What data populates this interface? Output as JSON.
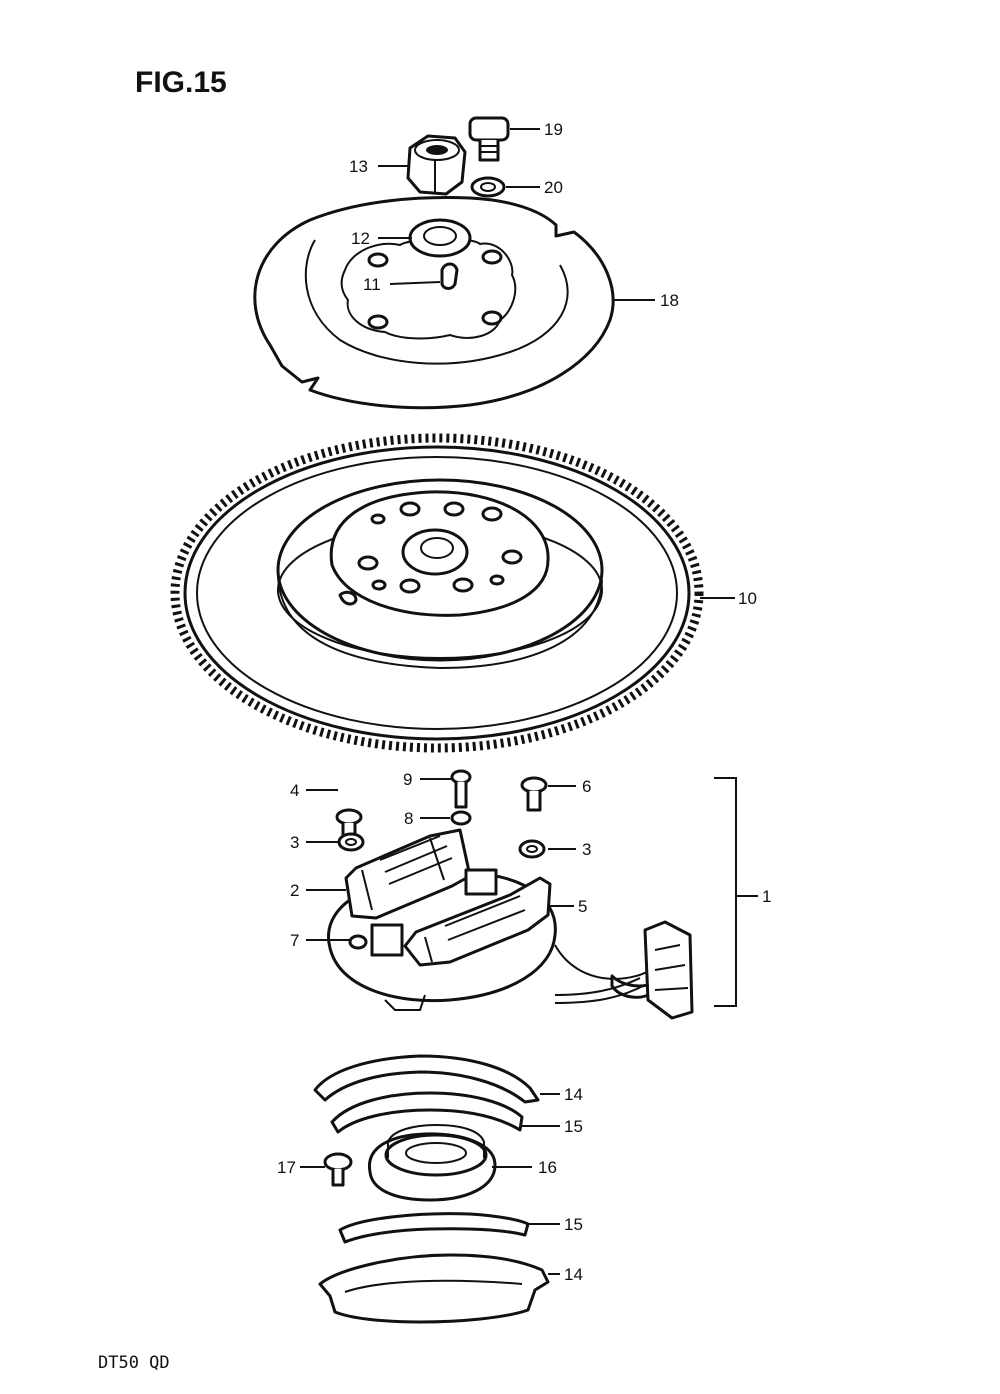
{
  "figure": {
    "title": "FIG.15",
    "footer": "DT50 QD"
  },
  "callouts": {
    "c1": "1",
    "c2": "2",
    "c3a": "3",
    "c3b": "3",
    "c4": "4",
    "c5": "5",
    "c6": "6",
    "c7": "7",
    "c8": "8",
    "c9": "9",
    "c10": "10",
    "c11": "11",
    "c12": "12",
    "c13": "13",
    "c14a": "14",
    "c14b": "14",
    "c15a": "15",
    "c15b": "15",
    "c16": "16",
    "c17": "17",
    "c18": "18",
    "c19": "19",
    "c20": "20"
  }
}
